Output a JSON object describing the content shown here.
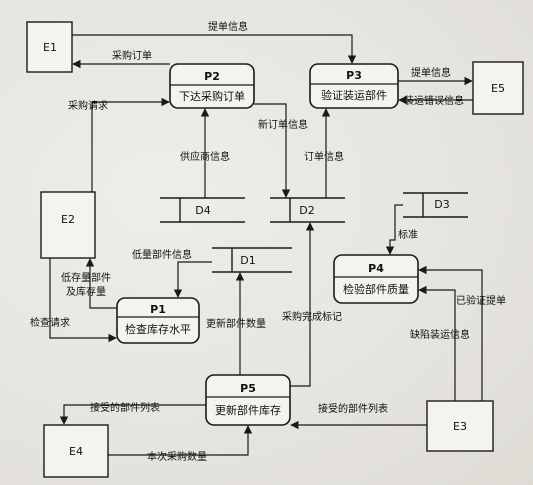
{
  "entities": {
    "e1": "E1",
    "e2": "E2",
    "e3": "E3",
    "e4": "E4",
    "e5": "E5"
  },
  "processes": {
    "p1": {
      "id": "P1",
      "name": "检查库存水平"
    },
    "p2": {
      "id": "P2",
      "name": "下达采购订单"
    },
    "p3": {
      "id": "P3",
      "name": "验证装运部件"
    },
    "p4": {
      "id": "P4",
      "name": "检验部件质量"
    },
    "p5": {
      "id": "P5",
      "name": "更新部件库存"
    }
  },
  "stores": {
    "d1": "D1",
    "d2": "D2",
    "d3": "D3",
    "d4": "D4"
  },
  "flows": {
    "e1_to_p3": "提单信息",
    "p2_to_e1": "采购订单",
    "p3_to_e5": "提单信息",
    "e5_to_p3": "装运错误信息",
    "e2_to_p2": "采购请求",
    "d4_to_p2": "供应商信息",
    "p2_to_d2": "新订单信息",
    "d2_to_p3": "订单信息",
    "d3_to_p4": "标准",
    "d1_to_p1": "低量部件信息",
    "p1_to_e2_a": "低存量部件",
    "p1_to_e2_b": "及库存量",
    "e2_to_p1": "检查请求",
    "p5_to_d1": "更新部件数量",
    "p5_to_d2": "采购完成标记",
    "e3_to_p4_a": "已验证提单",
    "e3_to_p4_b": "缺陷装运信息",
    "e3_to_p5": "接受的部件列表",
    "p5_to_e4_list": "接受的部件列表",
    "e4_to_p5": "本次采购数量"
  }
}
